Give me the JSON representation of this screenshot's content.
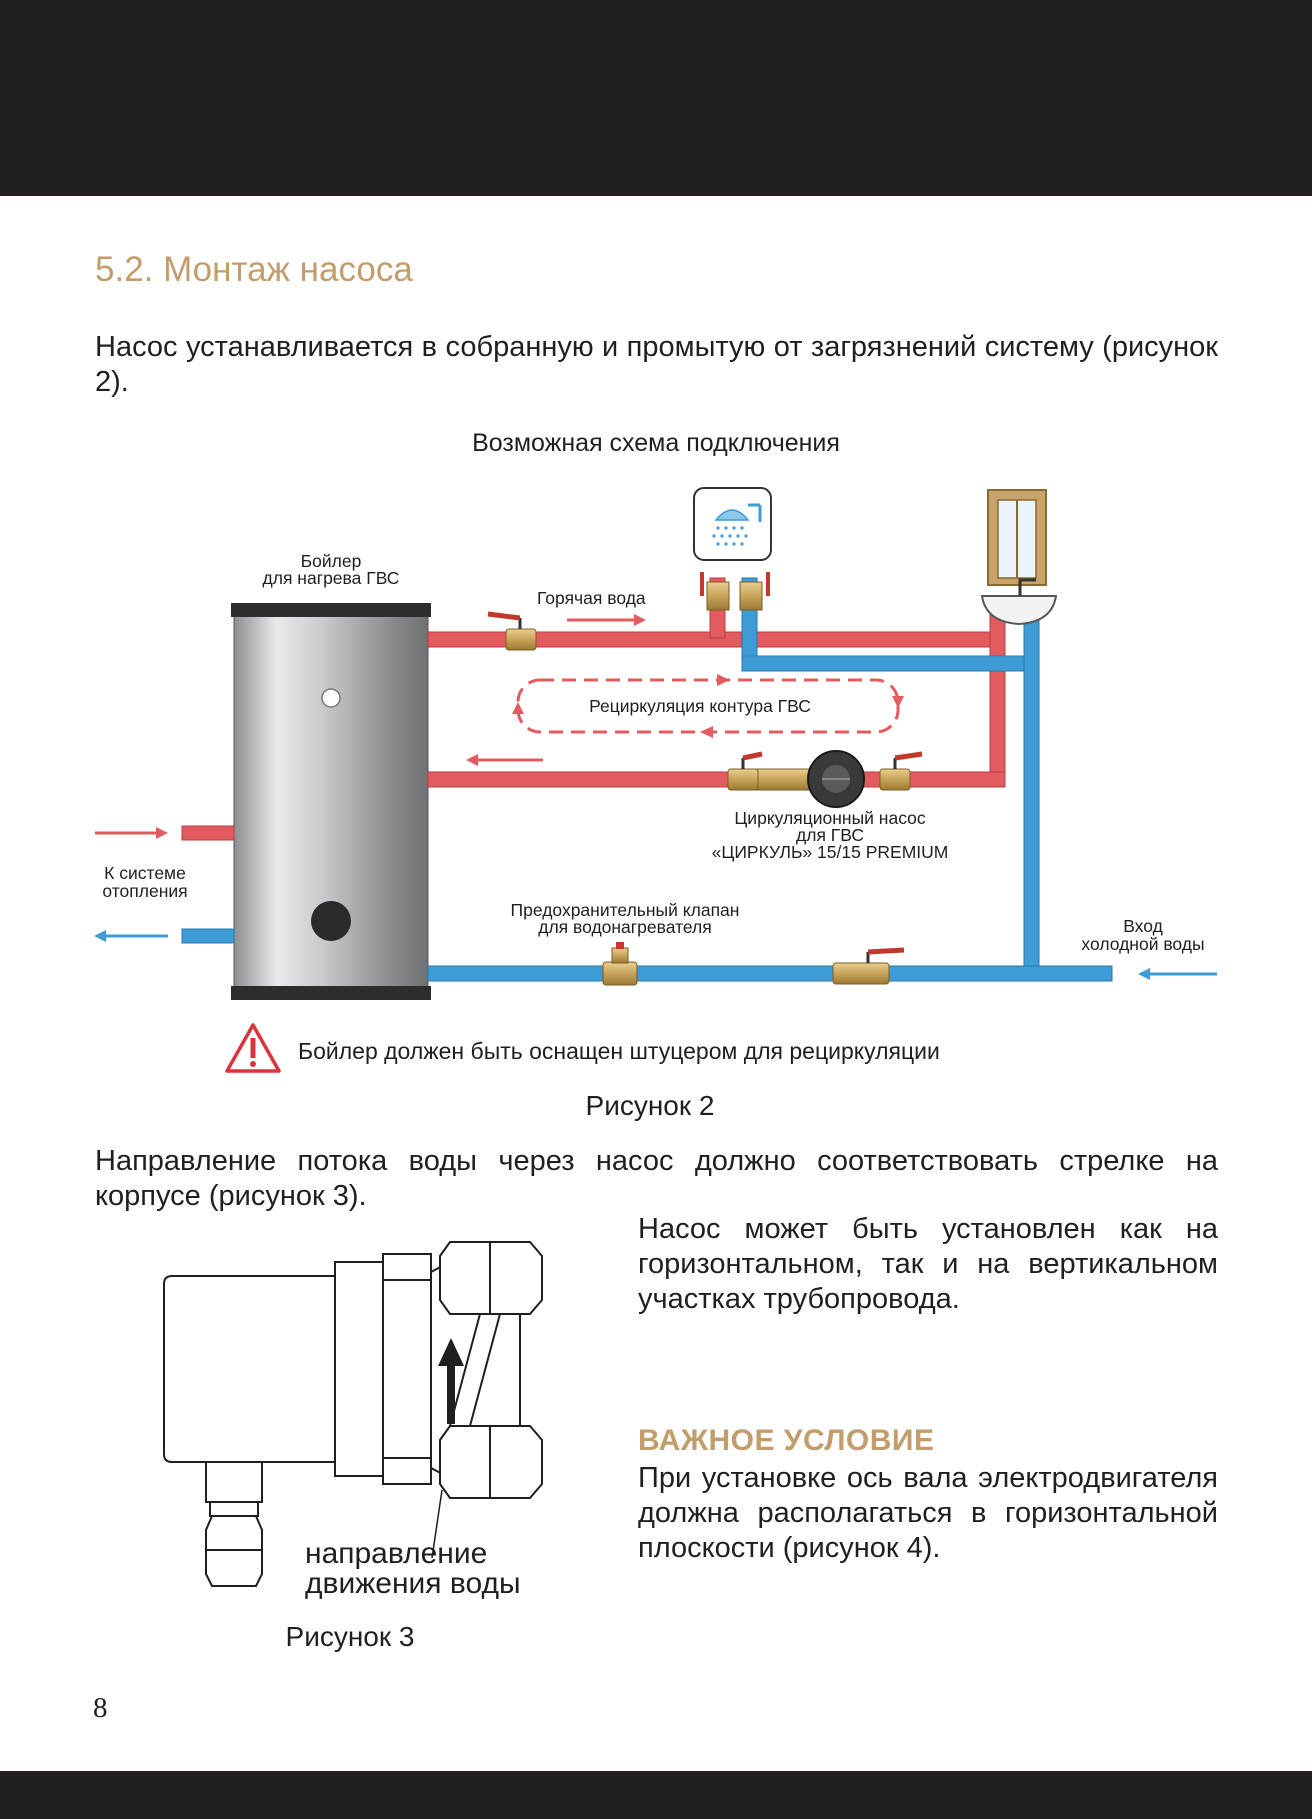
{
  "section_title": "5.2. Монтаж насоса",
  "intro_text": "Насос устанавливается в собранную и промытую от загрязнений систему (рисунок 2).",
  "diagram": {
    "title": "Возможная схема подключения",
    "boiler_label_line1": "Бойлер",
    "boiler_label_line2": "для нагрева ГВС",
    "hot_water_label": "Горячая вода",
    "recirculation_label": "Рециркуляция контура ГВС",
    "pump_label_line1": "Циркуляционный насос",
    "pump_label_line2": "для ГВС",
    "pump_label_line3": "«ЦИРКУЛЬ» 15/15 PREMIUM",
    "heating_label_line1": "К системе",
    "heating_label_line2": "отопления",
    "valve_label_line1": "Предохранительный клапан",
    "valve_label_line2": "для водонагревателя",
    "cold_water_label_line1": "Вход",
    "cold_water_label_line2": "холодной воды",
    "colors": {
      "hot": "#e35a5f",
      "cold": "#3d9bd6",
      "brass": "#c8a45a",
      "accent": "#c29d6b"
    },
    "icons": [
      "shower-icon",
      "window-icon",
      "sink-icon",
      "pump-icon",
      "ball-valve-icon",
      "warning-icon"
    ]
  },
  "warning_text": "Бойлер должен быть оснащен штуцером для рециркуляции",
  "figure2_caption": "Рисунок  2",
  "flow_text": "Направление потока воды через насос должно соответствовать стрелке на корпусе (рисунок 3).",
  "mount_text": "Насос может быть установлен как на горизонтальном, так и на вертикальном участках трубопровода.",
  "important_heading": "ВАЖНОЕ УСЛОВИЕ",
  "important_text": "При установке ось вала электродвигателя должна располагаться в горизонтальной плоскости (рисунок 4).",
  "figure3": {
    "label_line1": "направление",
    "label_line2": "движения воды",
    "caption": "Рисунок  3"
  },
  "page_number": "8"
}
